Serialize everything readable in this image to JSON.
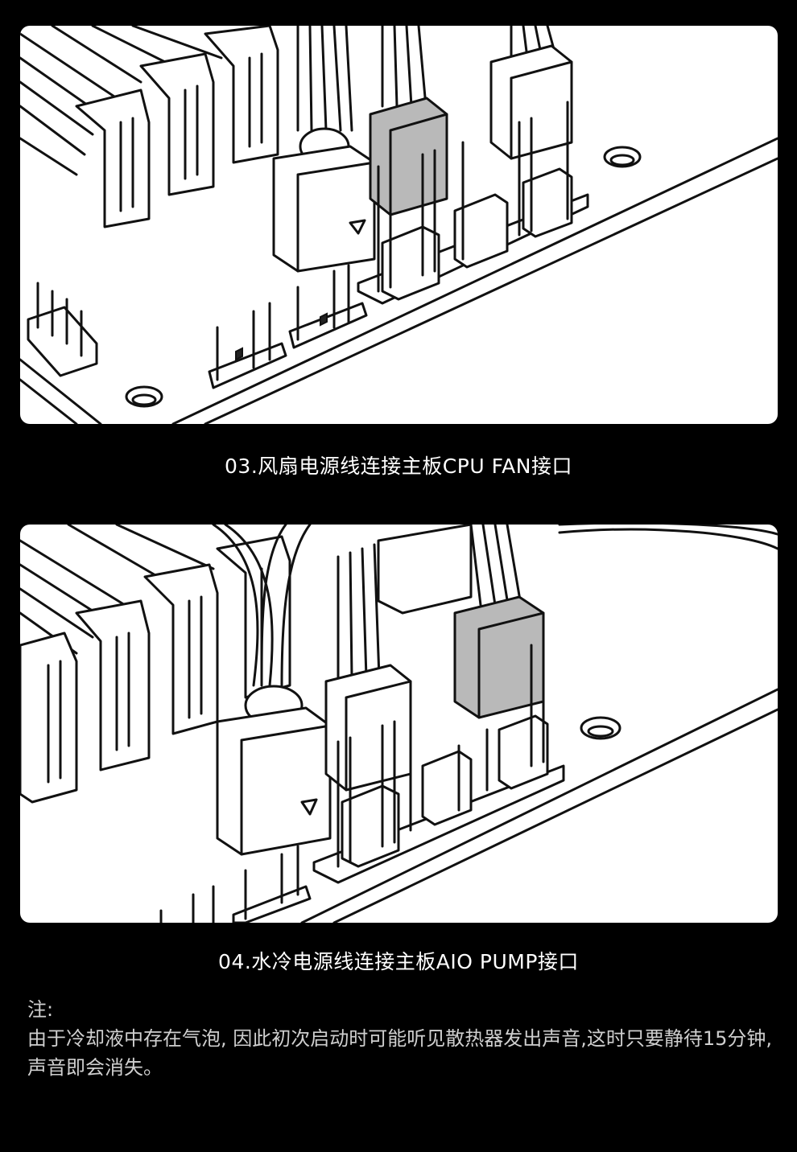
{
  "step3": {
    "caption": "03.风扇电源线连接主板CPU FAN接口"
  },
  "step4": {
    "caption": "04.水冷电源线连接主板AIO PUMP接口"
  },
  "note": {
    "title": "注:",
    "body": "由于冷却液中存在气泡, 因此初次启动时可能听见散热器发出声音,这时只要静待15分钟, 声音即会消失。"
  },
  "colors": {
    "background": "#000000",
    "panel": "#ffffff",
    "highlight_connector": "#b9b9b9"
  }
}
